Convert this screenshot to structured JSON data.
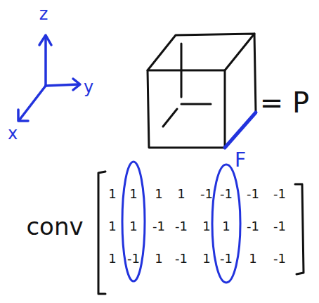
{
  "diagram": {
    "labels": [
      "z",
      "y",
      "x",
      "= P",
      "F",
      "conv",
      "1",
      "1",
      "1",
      "1",
      "-1",
      "-1",
      "-1",
      "-1",
      "1",
      "1",
      "-1",
      "-1",
      "1",
      "1",
      "-1",
      "-1",
      "1",
      "-1",
      "1",
      "-1",
      "1",
      "-1",
      "1",
      "-1"
    ]
  }
}
